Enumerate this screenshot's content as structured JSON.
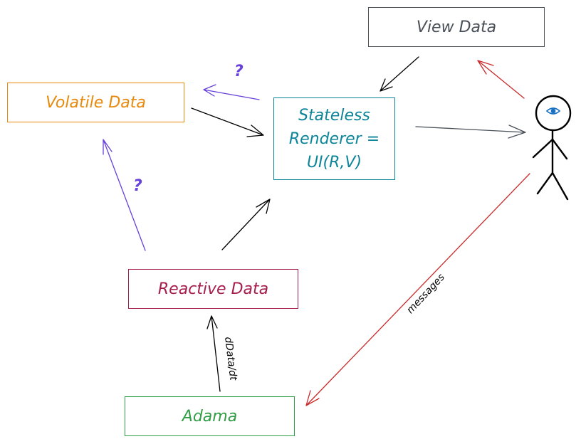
{
  "nodes": {
    "view_data": "View Data",
    "volatile_data": "Volatile Data",
    "renderer": [
      "Stateless",
      "Renderer =",
      "UI(R,V)"
    ],
    "reactive_data": "Reactive Data",
    "adama": "Adama"
  },
  "edge_labels": {
    "volatile_to_renderer_q": "?",
    "reactive_to_volatile_q": "?",
    "messages": "messages",
    "ddata_dt": "dData/dt"
  },
  "colors": {
    "view_data": "#495057",
    "volatile_data": "#e8890c",
    "renderer": "#0c8599",
    "reactive_data": "#a61e4d",
    "adama": "#2f9e44",
    "question": "#6741d9",
    "user_arrows": "#c92a2a",
    "ink": "#000000",
    "grey": "#495057",
    "eye": "#1971c2"
  }
}
